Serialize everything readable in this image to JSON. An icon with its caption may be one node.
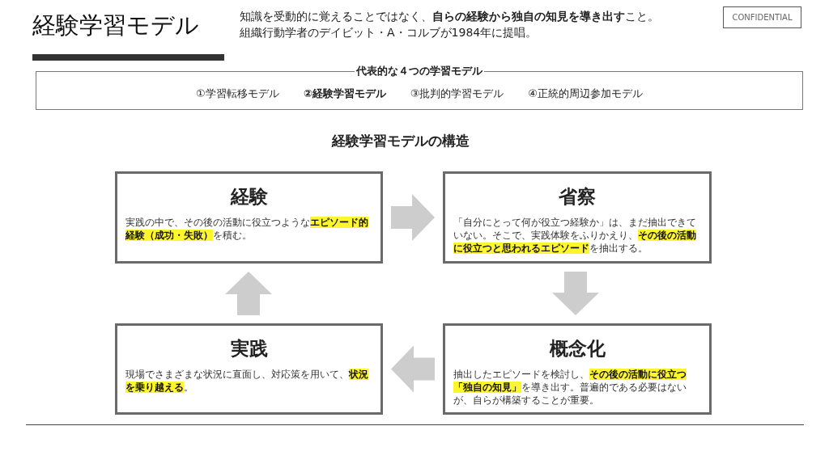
{
  "diagram": {
    "title": "経験学習モデル",
    "nodes": [
      {
        "text": [
          "代表的な４つの学習モデル",
          "①学習転移モデル",
          "**②経験学習モデル**",
          "③批判的学習モデル",
          "④正統的周辺参加モデル"
        ]
      },
      {
        "text": [
          "経験",
          "実践の中で、その後の活動に役立つような**エピソード的経験（成功・失敗）**を積む。"
        ]
      },
      {
        "text": [
          "省察",
          "「自分にとって何が役立つ経験か」は、まだ抽出できていない。そこで、実践体験をふりかえり、**その後の活動に役立つと思われるエピソード**を抽出する。"
        ]
      },
      {
        "text": [
          "実践",
          "現場でさまざまな状況に直面し、対応策を用いて、**状況を乗り越える**。"
        ]
      },
      {
        "text": [
          "概念化",
          "抽出したエピソードを検討し、**その後の活動に役立つ「独自の知見」**を導き出す。普遍的である必要はないが、自らが構築することが重要。"
        ]
      }
    ],
    "edges": [
      {
        "from": 1,
        "to": 2,
        "arrow": "to"
      },
      {
        "from": 2,
        "to": 4,
        "arrow": "to"
      },
      {
        "from": 4,
        "to": 3,
        "arrow": "to"
      },
      {
        "from": 3,
        "to": 1,
        "arrow": "to"
      }
    ],
    "labels": [
      "知識を受動的に覚えることではなく、**自らの経験から独自の知見を導き出す**こと。",
      "組織行動学者のデイビット・A・コルブが1984年に提唱。",
      "CONFIDENTIAL",
      "経験学習モデルの構造"
    ]
  }
}
